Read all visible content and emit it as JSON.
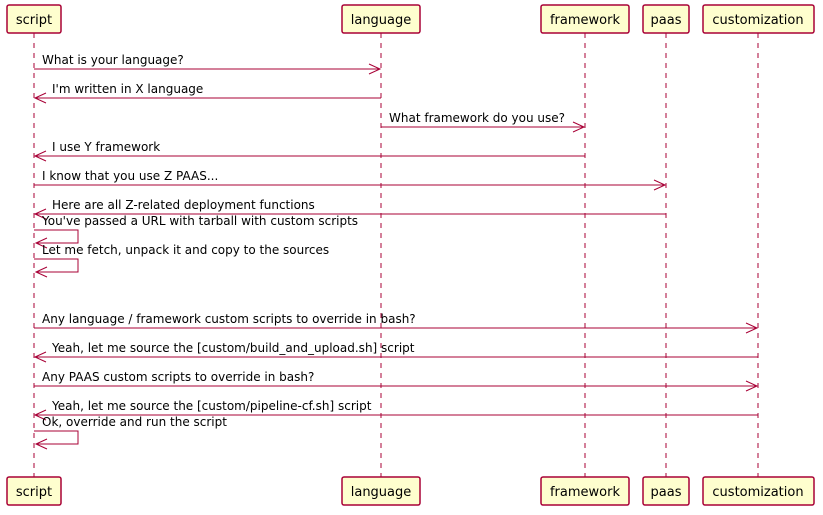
{
  "participants": [
    {
      "id": "script",
      "label": "script"
    },
    {
      "id": "language",
      "label": "language"
    },
    {
      "id": "framework",
      "label": "framework"
    },
    {
      "id": "paas",
      "label": "paas"
    },
    {
      "id": "customization",
      "label": "customization"
    }
  ],
  "messages": [
    {
      "from": "script",
      "to": "language",
      "text": "What is your language?"
    },
    {
      "from": "language",
      "to": "script",
      "text": "I'm written in X language"
    },
    {
      "from": "language",
      "to": "framework",
      "text": "What framework do you use?"
    },
    {
      "from": "framework",
      "to": "script",
      "text": "I use Y framework"
    },
    {
      "from": "script",
      "to": "paas",
      "text": "I know that you use Z PAAS..."
    },
    {
      "from": "paas",
      "to": "script",
      "text": "Here are all Z-related deployment functions"
    },
    {
      "from": "script",
      "to": "script",
      "text": "You've passed a URL with tarball with custom scripts"
    },
    {
      "from": "script",
      "to": "script",
      "text": "Let me fetch, unpack it and copy to the sources"
    },
    {
      "from": "script",
      "to": "customization",
      "text": "Any language / framework custom scripts to override in bash?"
    },
    {
      "from": "customization",
      "to": "script",
      "text": "Yeah, let me source the [custom/build_and_upload.sh] script"
    },
    {
      "from": "script",
      "to": "customization",
      "text": "Any PAAS custom scripts to override in bash?"
    },
    {
      "from": "customization",
      "to": "script",
      "text": "Yeah, let me source the [custom/pipeline-cf.sh] script"
    },
    {
      "from": "script",
      "to": "script",
      "text": "Ok, override and run the script"
    }
  ]
}
